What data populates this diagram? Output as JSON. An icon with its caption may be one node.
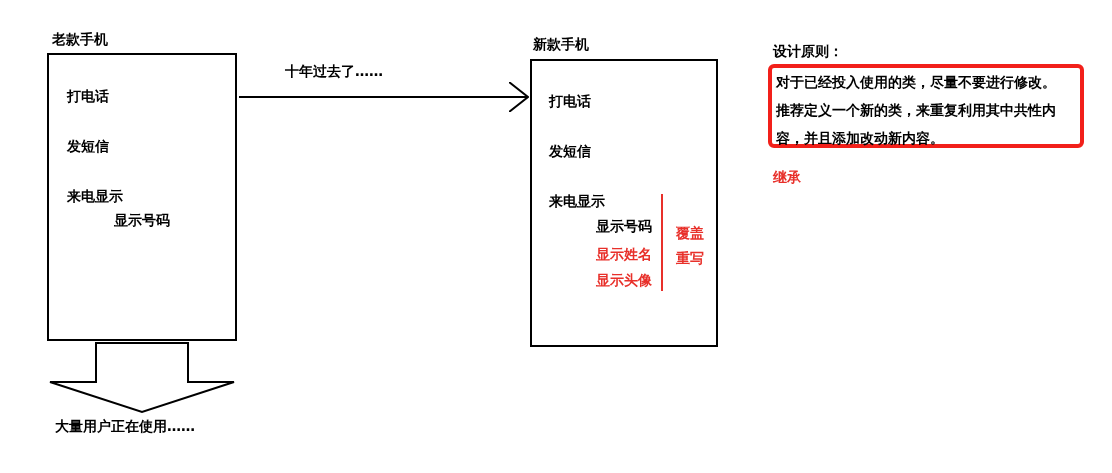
{
  "diagram": {
    "nodes": [
      {
        "text": [
          "老款手机",
          "打电话",
          "发短信",
          "来电显示",
          "显示号码"
        ]
      },
      {
        "text": [
          "新款手机",
          "打电话",
          "发短信",
          "来电显示",
          "显示号码",
          "显示姓名",
          "显示头像"
        ]
      },
      {
        "text": [
          "大量用户正在使用……"
        ]
      },
      {
        "text": [
          "设计原则：",
          "对于已经投入使用的类，尽量不要进行修改。推荐定义一个新的类，来重复利用其中共性内容，并且添加改动新内容。"
        ]
      }
    ],
    "edges": [
      {
        "from": 0,
        "to": 1,
        "arrow": "to",
        "label": "十年过去了……"
      },
      {
        "from": 0,
        "to": 2,
        "arrow": "to",
        "style": "thick"
      }
    ],
    "labels": [
      "继承",
      "覆盖",
      "重写"
    ]
  }
}
